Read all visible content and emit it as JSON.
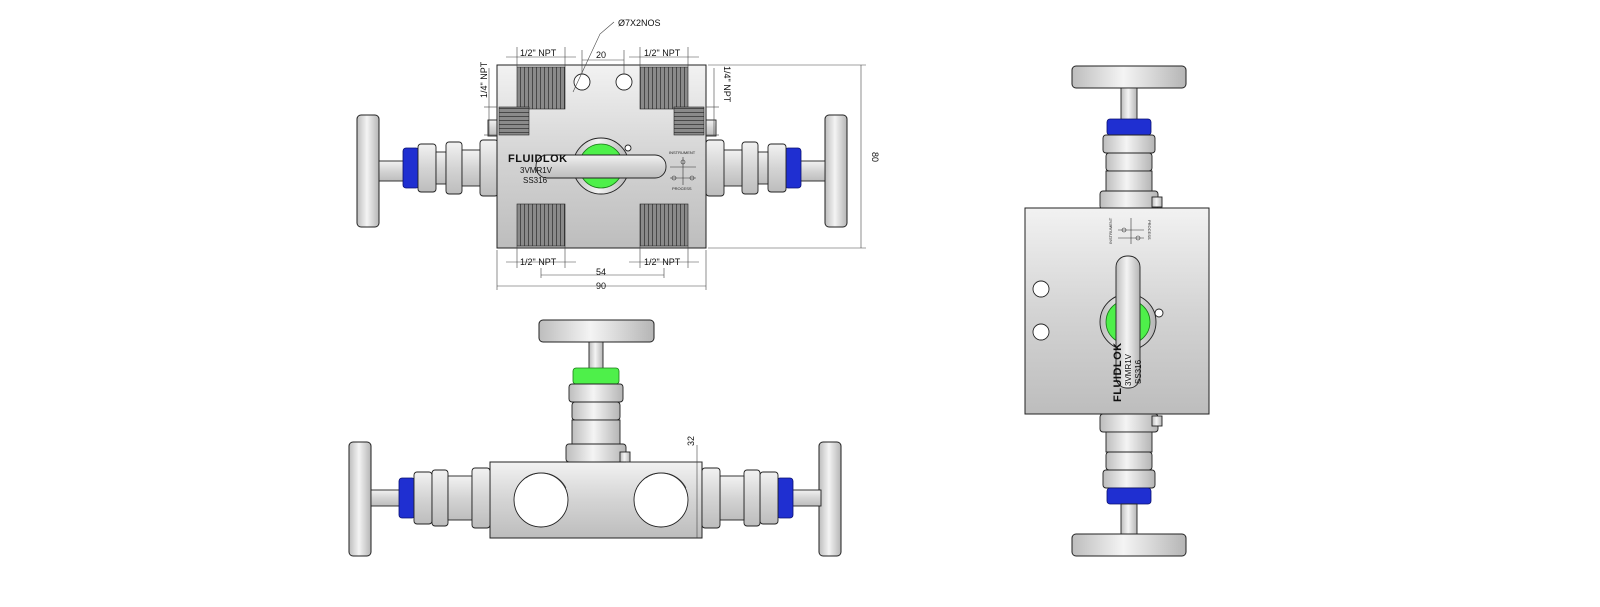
{
  "dimensions": {
    "hole_callout": "Ø7X2NOS",
    "npt_half": "1/2\" NPT",
    "npt_quarter": "1/4\" NPT",
    "hole_spacing": "20",
    "port_spacing": "54",
    "body_width": "90",
    "body_height": "80",
    "body_depth": "32"
  },
  "marking": {
    "brand": "FLUIDLOK",
    "model": "3VMR1V",
    "material": "SS316",
    "label_top": "INSTRUMENT",
    "label_bottom": "PROCESS"
  },
  "colors": {
    "body": "#d9d9d9",
    "bonnet_blue": "#1f2fd1",
    "bonnet_green": "#4ef04a",
    "thread": "#6f6f6f"
  }
}
